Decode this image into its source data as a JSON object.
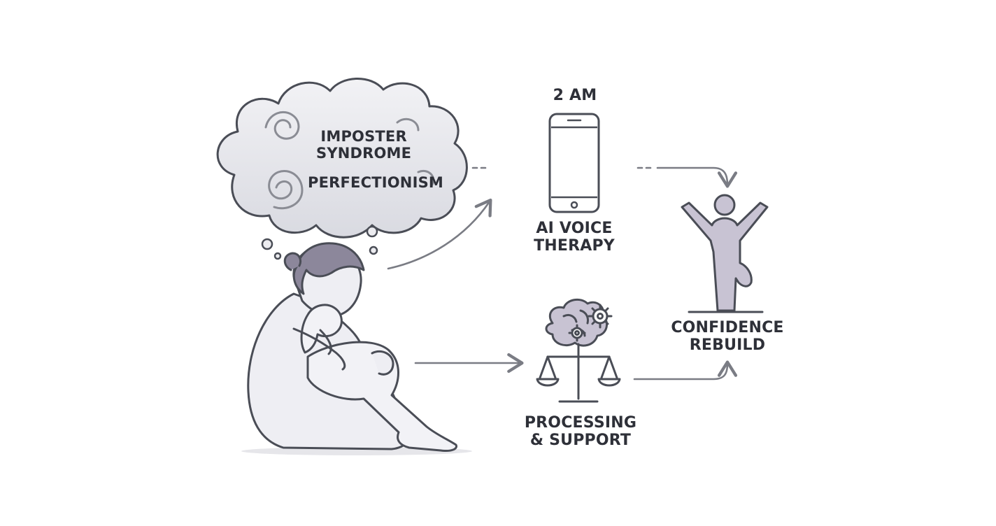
{
  "cloud": {
    "line1": "IMPOSTER",
    "line2": "SYNDROME",
    "line3": "PERFECTIONISM"
  },
  "phone": {
    "time": "2 AM"
  },
  "ai_voice": {
    "line1": "AI VOICE",
    "line2": "THERAPY"
  },
  "confidence": {
    "line1": "CONFIDENCE",
    "line2": "REBUILD"
  },
  "processing": {
    "line1": "PROCESSING",
    "line2": "& SUPPORT"
  },
  "colors": {
    "stroke": "#4a4d56",
    "cloud_fill": "#e4e5ea",
    "figure_fill": "#eeeef3",
    "accent_purple": "#8e84a6",
    "accent_teal": "#6a9aa8",
    "arrow": "#7a7c84"
  }
}
